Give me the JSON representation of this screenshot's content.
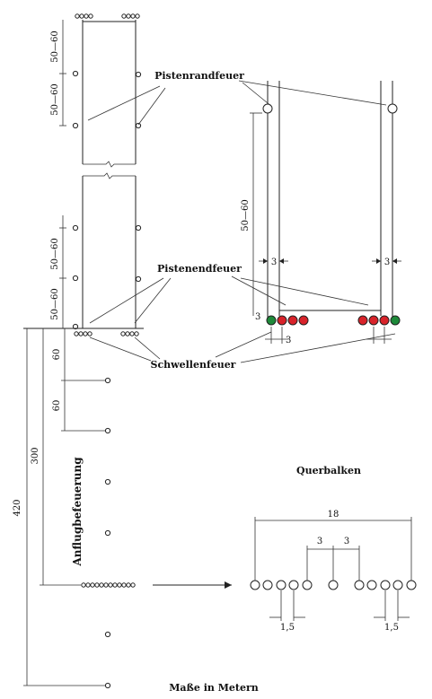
{
  "labels": {
    "edge_lights": "Pistenrandfeuer",
    "end_lights": "Pistenendfeuer",
    "threshold_lights": "Schwellenfeuer",
    "crossbar": "Querbalken",
    "approach_lighting": "Anflugbefeuerung",
    "units_note": "Maße in Metern"
  },
  "dimensions": {
    "runway_spacing_1": "50—60",
    "runway_spacing_2": "50—60",
    "runway_spacing_3": "50—60",
    "runway_spacing_4": "50—60",
    "detail_spacing": "50—60",
    "offset_left": "3",
    "offset_right": "3",
    "end_offset": "3",
    "threshold_gap": "3",
    "approach_60_a": "60",
    "approach_60_b": "60",
    "approach_300": "300",
    "approach_420": "420",
    "crossbar_total": "18",
    "crossbar_gap_left": "3",
    "crossbar_gap_right": "3",
    "crossbar_spacing_left": "1,5",
    "crossbar_spacing_right": "1,5"
  },
  "colors": {
    "ink": "#222222",
    "red_lamp": "#d8232a",
    "green_lamp": "#1e8a3a"
  }
}
